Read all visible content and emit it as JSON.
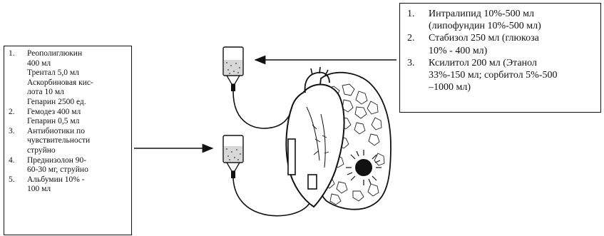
{
  "left_panel": {
    "items": [
      {
        "num": "1.",
        "lines": [
          "Реополиглюкин",
          "400 мл",
          "Трентал 5,0 мл",
          "Аскорбиновая кис-",
          "лота 10 мл",
          "Гепарин 2500 ед."
        ]
      },
      {
        "num": "2.",
        "lines": [
          "Гемодез 400 мл",
          "Гепарин 0,5 мл"
        ]
      },
      {
        "num": "3.",
        "lines": [
          "Антибиотики по",
          "чувствительности",
          "струйно"
        ]
      },
      {
        "num": "4.",
        "lines": [
          "Преднизолон 90-",
          "60-30 мг, струйно"
        ]
      },
      {
        "num": "5.",
        "lines": [
          "Альбумин 10% -",
          "100 мл"
        ]
      }
    ]
  },
  "right_panel": {
    "items": [
      {
        "num": "1.",
        "lines": [
          "Интралипид 10%-500 мл",
          "(липофундин 10%-500 мл)"
        ]
      },
      {
        "num": "2.",
        "lines": [
          "Стабизол 250 мл (глюкоза",
          "10% - 400 мл)"
        ]
      },
      {
        "num": "3.",
        "lines": [
          "Ксилитол 200 мл (Этанол",
          "33%-150 мл; сорбитол 5%-500",
          "–1000 мл)"
        ]
      }
    ]
  },
  "illustration": {
    "icons": [
      "infusion-bottle-icon",
      "heart-icon",
      "lung-icon",
      "tumor-icon"
    ],
    "colors": {
      "line": "#111111",
      "background": "#ffffff"
    }
  }
}
